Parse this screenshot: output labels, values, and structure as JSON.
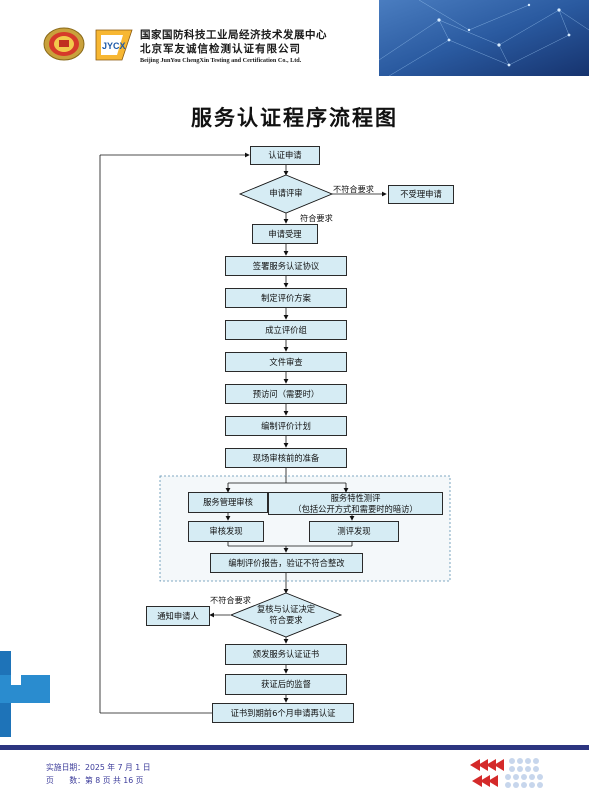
{
  "header": {
    "org_name_1": "国家国防科技工业局经济技术发展中心",
    "org_name_2": "北京军友诚信检测认证有限公司",
    "org_name_en": "Beijing JunYou ChengXin Testing and Certification Co., Ltd.",
    "logo_text": "JYCX"
  },
  "title": "服务认证程序流程图",
  "flow": {
    "apply": "认证申请",
    "review": "申请评审",
    "not_meet_1": "不符合要求",
    "reject": "不受理申请",
    "meet_1": "符合要求",
    "accept": "申请受理",
    "sign": "签署服务认证协议",
    "plan_scheme": "制定评价方案",
    "team": "成立评价组",
    "doc_review": "文件审查",
    "pre_visit": "预访问（需要时）",
    "eval_plan": "编制评价计划",
    "prep": "现场审核前的准备",
    "mgmt_audit": "服务管理审核",
    "feature_eval": "服务特性测评",
    "feature_eval_sub": "（包括公开方式和需要时的暗访）",
    "audit_findings": "审核发现",
    "eval_findings": "测评发现",
    "report": "编制评价报告，验证不符合整改",
    "decision": "复核与认证决定",
    "meet_2": "符合要求",
    "not_meet_2": "不符合要求",
    "notify": "通知申请人",
    "issue": "颁发服务认证证书",
    "surveillance": "获证后的监督",
    "renew": "证书到期前6个月申请再认证"
  },
  "footer": {
    "date_line": "实施日期：2025 年 7 月 1 日",
    "page_line": "页　　数：第 8 页 共 16 页"
  },
  "colors": {
    "box_fill": "#d6ecf4",
    "accent_blue": "#1e73b8",
    "footer_bar": "#2c3580",
    "arrow_red": "#d42a2a"
  }
}
